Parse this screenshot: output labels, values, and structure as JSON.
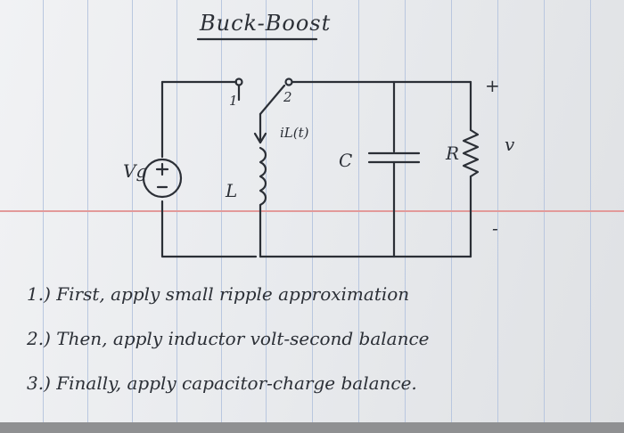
{
  "title": "Buck-Boost",
  "circuit": {
    "source_label": "Vg",
    "switch_pos1": "1",
    "switch_pos2": "2",
    "current_label": "iL(t)",
    "inductor_label": "L",
    "capacitor_label": "C",
    "resistor_label": "R",
    "voltage_label": "v",
    "plus_sign": "+",
    "minus_sign": "-"
  },
  "steps": [
    "1.) First, apply small ripple approximation",
    "2.) Then, apply inductor volt-second balance",
    "3.) Finally, apply capacitor-charge balance."
  ],
  "colors": {
    "ink": "#2b2f36",
    "rule_blue": "#b9c7df",
    "rule_red": "#e29a9a",
    "paper": "#eceef1"
  }
}
